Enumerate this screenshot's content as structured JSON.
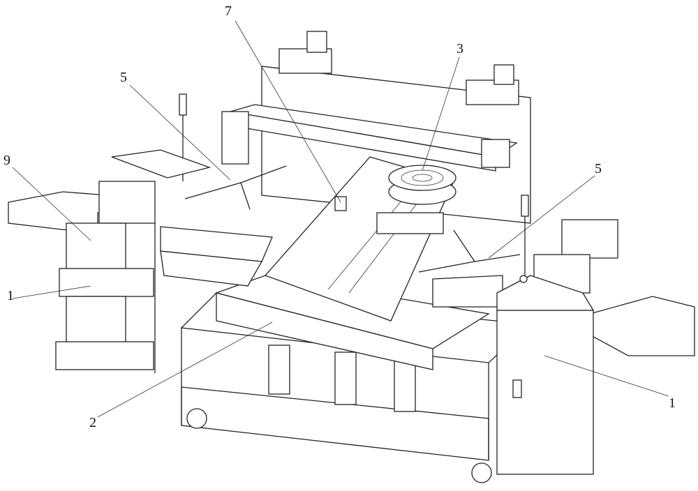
{
  "figure": {
    "type": "patent mechanical drawing",
    "labels": [
      {
        "id": "label-7",
        "text": "7"
      },
      {
        "id": "label-3",
        "text": "3"
      },
      {
        "id": "label-5-left",
        "text": "5"
      },
      {
        "id": "label-5-right",
        "text": "5"
      },
      {
        "id": "label-9",
        "text": "9"
      },
      {
        "id": "label-1-left",
        "text": "1"
      },
      {
        "id": "label-1-right",
        "text": "1"
      },
      {
        "id": "label-2",
        "text": "2"
      }
    ]
  }
}
